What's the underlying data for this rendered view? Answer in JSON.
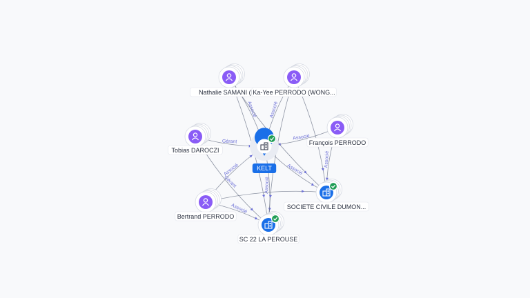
{
  "colors": {
    "person": "#8a5cf6",
    "company": "#1a6fe8",
    "focus": "#1a6fe8",
    "verified": "#1f9d55",
    "edge": "#6b7387",
    "edge_label": "#6b6fd6",
    "label_bg": "#ffffff"
  },
  "icons": {
    "person": "person-icon",
    "company": "building-icon",
    "verified": "check-badge-icon"
  },
  "nodes": [
    {
      "id": "kelt",
      "label": "KELT",
      "kind": "focus",
      "verified": true
    },
    {
      "id": "nathalie",
      "label": "Nathalie SAMANI (P...",
      "kind": "person",
      "verified": false
    },
    {
      "id": "kayee",
      "label": "Ka-Yee PERRODO (WONG...",
      "kind": "person",
      "verified": false
    },
    {
      "id": "francois",
      "label": "François PERRODO",
      "kind": "person",
      "verified": false
    },
    {
      "id": "tobias",
      "label": "Tobias DAROCZI",
      "kind": "person",
      "verified": false
    },
    {
      "id": "bertrand",
      "label": "Bertrand PERRODO",
      "kind": "person",
      "verified": false
    },
    {
      "id": "dumont",
      "label": "SOCIETE CIVILE DUMON...",
      "kind": "company",
      "verified": true
    },
    {
      "id": "perouse",
      "label": "SC 22 LA PEROUSE",
      "kind": "company",
      "verified": true
    }
  ],
  "edges": [
    {
      "from": "nathalie",
      "to": "kelt",
      "label": "Associé"
    },
    {
      "from": "kayee",
      "to": "kelt",
      "label": "Associé"
    },
    {
      "from": "francois",
      "to": "kelt",
      "label": "Associé"
    },
    {
      "from": "tobias",
      "to": "kelt",
      "label": "Gérant"
    },
    {
      "from": "bertrand",
      "to": "kelt",
      "label": "Associé"
    },
    {
      "from": "kelt",
      "to": "dumont",
      "label": "Associé"
    },
    {
      "from": "kelt",
      "to": "perouse",
      "label": "Associé"
    },
    {
      "from": "tobias",
      "to": "perouse",
      "label": "Gérant"
    },
    {
      "from": "bertrand",
      "to": "perouse",
      "label": "Associé"
    },
    {
      "from": "francois",
      "to": "dumont",
      "label": "Associé"
    },
    {
      "from": "nathalie",
      "to": "perouse",
      "label": ""
    },
    {
      "from": "kayee",
      "to": "perouse",
      "label": ""
    },
    {
      "from": "kayee",
      "to": "dumont",
      "label": ""
    },
    {
      "from": "nathalie",
      "to": "dumont",
      "label": ""
    },
    {
      "from": "bertrand",
      "to": "dumont",
      "label": ""
    }
  ]
}
